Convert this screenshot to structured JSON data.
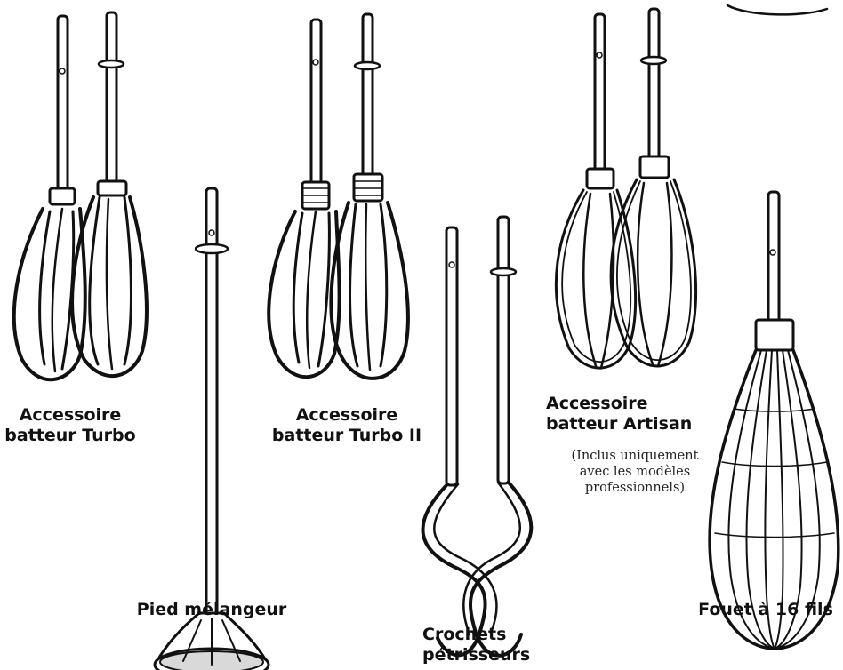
{
  "figure": {
    "items": [
      {
        "label_lines": [
          "Accessoire",
          "batteur Turbo"
        ]
      },
      {
        "label_lines": [
          "Pied mélangeur"
        ]
      },
      {
        "label_lines": [
          "Accessoire",
          "batteur Turbo II"
        ]
      },
      {
        "label_lines": [
          "Crochets",
          "pétrisseurs"
        ]
      },
      {
        "label_lines": [
          "Accessoire",
          "batteur Artisan"
        ],
        "note_lines": [
          "(Inclus uniquement",
          "avec les modèles",
          "professionnels)"
        ]
      },
      {
        "label_lines": [
          "Fouet à 16 fils"
        ]
      }
    ]
  },
  "colors": {
    "stroke": "#111111",
    "fill": "#ffffff",
    "shade": "#d9d9d9"
  }
}
